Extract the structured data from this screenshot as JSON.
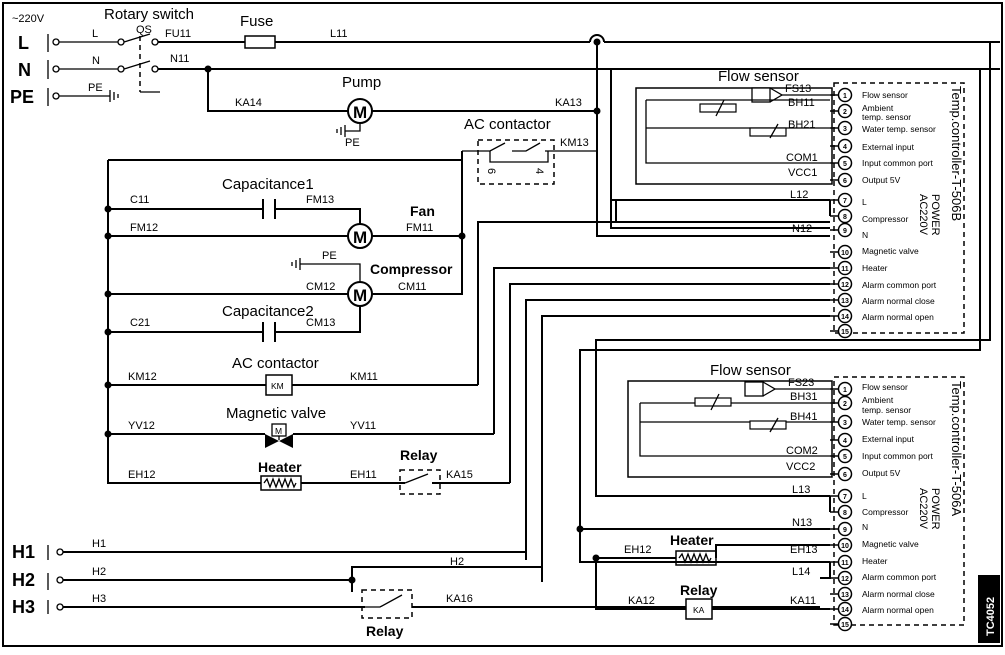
{
  "supply": {
    "voltage": "~220V",
    "L": "L",
    "N": "N",
    "PE": "PE"
  },
  "switch": {
    "title": "Rotary switch",
    "qs": "QS",
    "l": "L",
    "n": "N",
    "pe": "PE",
    "fu": "FU11",
    "n11": "N11"
  },
  "fuse": {
    "title": "Fuse",
    "l11": "L11"
  },
  "pump": {
    "title": "Pump",
    "ka14": "KA14",
    "ka13": "KA13",
    "pe": "PE",
    "symbol": "M"
  },
  "contactor_top": {
    "title": "AC contactor",
    "km13": "KM13",
    "p6": "6",
    "p4": "4"
  },
  "cap1": {
    "title": "Capacitance1",
    "c11": "C11",
    "fm13": "FM13"
  },
  "fan": {
    "title": "Fan",
    "fm12": "FM12",
    "fm11": "FM11",
    "symbol": "M"
  },
  "compressor": {
    "title": "Compressor",
    "pe": "PE",
    "cm12": "CM12",
    "cm11": "CM11",
    "symbol": "M"
  },
  "cap2": {
    "title": "Capacitance2",
    "c21": "C21",
    "cm13": "CM13"
  },
  "contactor_mid": {
    "title": "AC contactor",
    "km12": "KM12",
    "km11": "KM11",
    "box": "KM"
  },
  "valve": {
    "title": "Magnetic valve",
    "yv12": "YV12",
    "yv11": "YV11",
    "box": "M"
  },
  "heater_left": {
    "title": "Heater",
    "eh12": "EH12",
    "eh11": "EH11"
  },
  "relay_mid": {
    "title": "Relay",
    "ka15": "KA15"
  },
  "h_inputs": {
    "h1": "H1",
    "h2": "H2",
    "h3": "H3",
    "h1w": "H1",
    "h2w": "H2",
    "h3w": "H3",
    "h2r": "H2"
  },
  "relay_bottom": {
    "title": "Relay",
    "ka16": "KA16"
  },
  "controller_b": {
    "title": "Temp.controller-T-506B",
    "power": "POWER",
    "ac": "AC220V",
    "flow": "Flow sensor",
    "fs": "FS13",
    "bh1": "BH11",
    "bh2": "BH21",
    "com": "COM1",
    "vcc": "VCC1",
    "l": "L12",
    "n": "N12",
    "ports": [
      "Flow sensor",
      "Ambient",
      "temp. sensor",
      "Water temp. sensor",
      "External input",
      "Input common port",
      "Output  5V",
      "L",
      "Compressor",
      "N",
      "Magnetic valve",
      "Heater",
      "Alarm common port",
      "Alarm normal close",
      "Alarm normal open"
    ]
  },
  "controller_a": {
    "title": "Temp.controller-T-506A",
    "power": "POWER",
    "ac": "AC220V",
    "flow": "Flow sensor",
    "fs": "FS23",
    "bh1": "BH31",
    "bh2": "BH41",
    "com": "COM2",
    "vcc": "VCC2",
    "l13": "L13",
    "n13": "N13",
    "l14": "L14",
    "heater": "Heater",
    "eh12": "EH12",
    "eh13": "EH13",
    "relay": "Relay",
    "ka12": "KA12",
    "ka11": "KA11",
    "ka": "KA",
    "ports": [
      "Flow sensor",
      "Ambient",
      "temp. sensor",
      "Water temp. sensor",
      "External input",
      "Input common port",
      "Output  5V",
      "L",
      "Compressor",
      "N",
      "Magnetic valve",
      "Heater",
      "Alarm common port",
      "Alarm normal close",
      "Alarm normal open"
    ]
  },
  "terminal_numbers": [
    "1",
    "2",
    "3",
    "4",
    "5",
    "6",
    "7",
    "8",
    "9",
    "10",
    "11",
    "12",
    "13",
    "14",
    "15"
  ],
  "model_code": "TC4052"
}
